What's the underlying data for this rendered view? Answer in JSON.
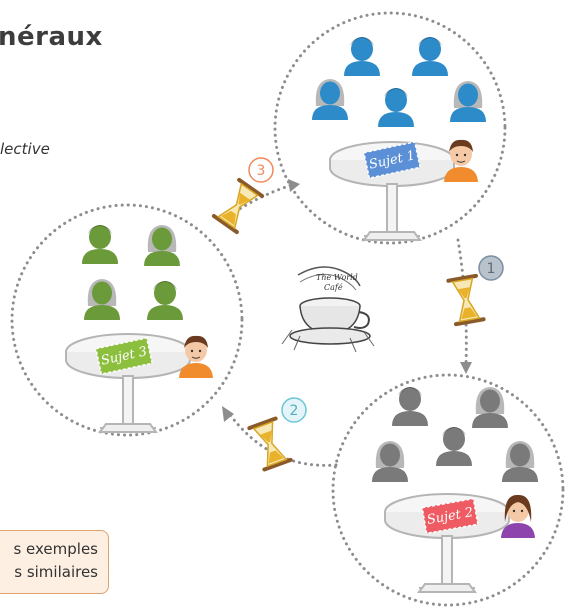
{
  "header": {
    "title": "néraux",
    "subtitle": "lective"
  },
  "note": {
    "line1": "s exemples",
    "line2": "s similaires"
  },
  "tables": [
    {
      "id": "sujet-1",
      "label": "Sujet 1",
      "color": "#5b8fd6",
      "group_color": "#2e8bc9"
    },
    {
      "id": "sujet-2",
      "label": "Sujet 2",
      "color": "#ef5b63",
      "group_color": "#7a7a7a"
    },
    {
      "id": "sujet-3",
      "label": "Sujet 3",
      "color": "#8dbf3f",
      "group_color": "#6a9a3a"
    }
  ],
  "steps": [
    {
      "number": "1",
      "color": "#7b8fa3"
    },
    {
      "number": "2",
      "color": "#6cc6d6"
    },
    {
      "number": "3",
      "color": "#ef8a5a"
    }
  ],
  "center_logo": {
    "text_line1": "The World",
    "text_line2": "Café"
  },
  "icons": {
    "hourglass": "hourglass-icon",
    "person": "person-icon",
    "coffee_cup": "coffee-cup-icon"
  }
}
